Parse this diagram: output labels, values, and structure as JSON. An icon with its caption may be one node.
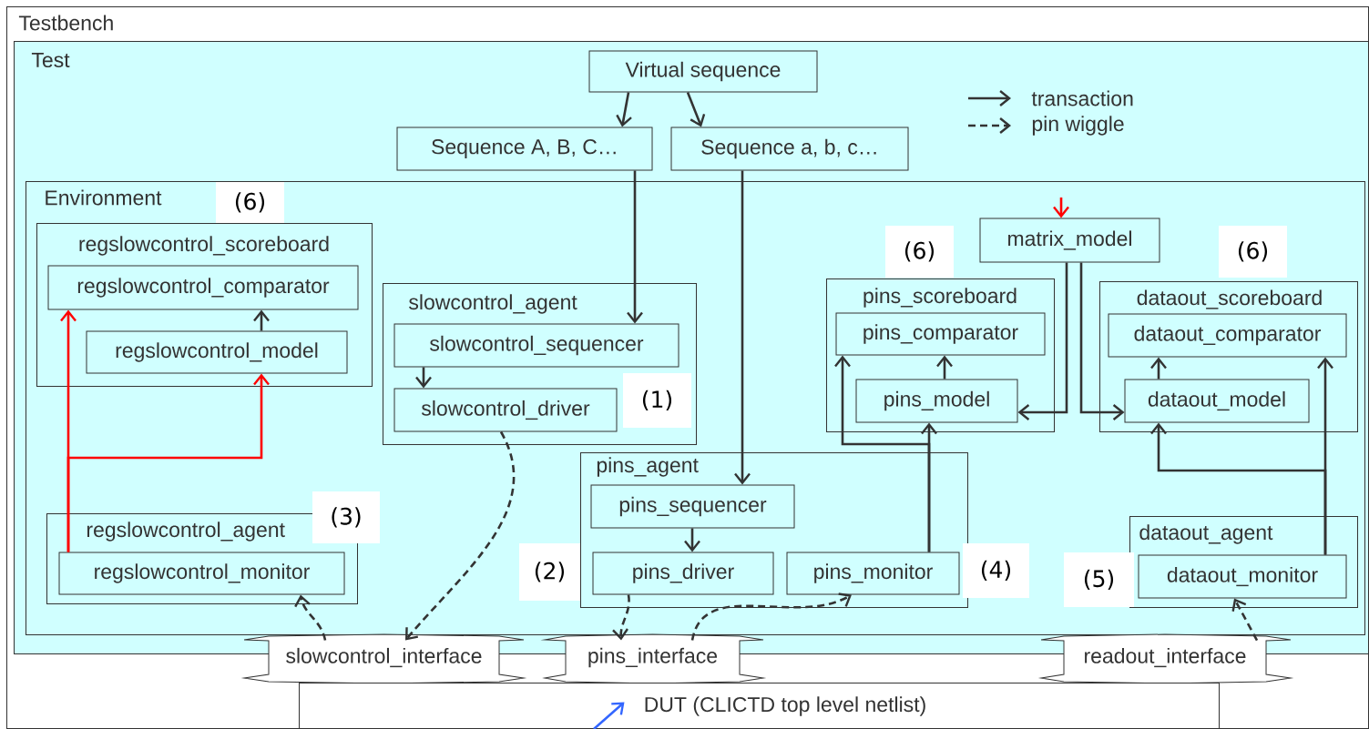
{
  "diagram": {
    "nodes": [
      {
        "text": [
          "Testbench"
        ]
      },
      {
        "text": [
          "Test"
        ],
        "in": 0
      },
      {
        "text": [
          "Virtual sequence"
        ],
        "in": 1
      },
      {
        "text": [
          "Sequence A, B, C…"
        ],
        "in": 1
      },
      {
        "text": [
          "Sequence a, b, c…"
        ],
        "in": 1
      },
      {
        "text": [
          "Environment"
        ],
        "in": 1
      },
      {
        "text": [
          "regslowcontrol_scoreboard"
        ],
        "in": 5,
        "beside": [
          "(6)"
        ]
      },
      {
        "text": [
          "regslowcontrol_comparator"
        ],
        "in": 6
      },
      {
        "text": [
          "regslowcontrol_model"
        ],
        "in": 6
      },
      {
        "text": [
          "slowcontrol_agent"
        ],
        "in": 5
      },
      {
        "text": [
          "slowcontrol_sequencer"
        ],
        "in": 9
      },
      {
        "text": [
          "slowcontrol_driver"
        ],
        "in": 9,
        "beside": [
          "(1)"
        ]
      },
      {
        "text": [
          "matrix_model"
        ],
        "in": 5
      },
      {
        "text": [
          "pins_scoreboard"
        ],
        "in": 5,
        "beside": [
          "(6)"
        ]
      },
      {
        "text": [
          "pins_comparator"
        ],
        "in": 13
      },
      {
        "text": [
          "pins_model"
        ],
        "in": 13
      },
      {
        "text": [
          "dataout_scoreboard"
        ],
        "in": 5,
        "beside": [
          "(6)"
        ]
      },
      {
        "text": [
          "dataout_comparator"
        ],
        "in": 16
      },
      {
        "text": [
          "dataout_model"
        ],
        "in": 16
      },
      {
        "text": [
          "pins_agent"
        ],
        "in": 5
      },
      {
        "text": [
          "pins_sequencer"
        ],
        "in": 19
      },
      {
        "text": [
          "pins_driver"
        ],
        "in": 19,
        "beside": [
          "(2)"
        ]
      },
      {
        "text": [
          "pins_monitor"
        ],
        "in": 19,
        "beside": [
          "(4)"
        ]
      },
      {
        "text": [
          "regslowcontrol_agent"
        ],
        "in": 5,
        "beside": [
          "(3)"
        ]
      },
      {
        "text": [
          "regslowcontrol_monitor"
        ],
        "in": 23
      },
      {
        "text": [
          "dataout_agent"
        ],
        "in": 5
      },
      {
        "text": [
          "dataout_monitor"
        ],
        "in": 25,
        "beside": [
          "(5)"
        ]
      },
      {
        "text": [
          "slowcontrol_interface"
        ],
        "in": 0
      },
      {
        "text": [
          "pins_interface"
        ],
        "in": 0
      },
      {
        "text": [
          "readout_interface"
        ],
        "in": 0
      },
      {
        "text": [
          "DUT (CLICTD top level netlist)"
        ],
        "in": 0
      }
    ],
    "edges": [
      {
        "from": 2,
        "to": 3,
        "arrow": "to"
      },
      {
        "from": 2,
        "to": 4,
        "arrow": "to"
      },
      {
        "from": 3,
        "to": 10,
        "arrow": "to"
      },
      {
        "from": 4,
        "to": 20,
        "arrow": "to"
      },
      {
        "from": 10,
        "to": 11,
        "arrow": "to"
      },
      {
        "from": 8,
        "to": 7,
        "arrow": "to"
      },
      {
        "from": 24,
        "to": 7,
        "arrow": "to",
        "color": "#ff0000"
      },
      {
        "from": 24,
        "to": 8,
        "arrow": "to",
        "color": "#ff0000"
      },
      {
        "from": null,
        "to": 12,
        "arrow": "to",
        "color": "#ff0000"
      },
      {
        "from": 12,
        "to": 15,
        "arrow": "to"
      },
      {
        "from": 12,
        "to": 18,
        "arrow": "to"
      },
      {
        "from": 15,
        "to": 14,
        "arrow": "to"
      },
      {
        "from": 22,
        "to": 14,
        "arrow": "to"
      },
      {
        "from": 22,
        "to": 15,
        "arrow": "to"
      },
      {
        "from": 18,
        "to": 17,
        "arrow": "to"
      },
      {
        "from": 26,
        "to": 18,
        "arrow": "to"
      },
      {
        "from": 26,
        "to": 17,
        "arrow": "to"
      },
      {
        "from": 20,
        "to": 21,
        "arrow": "to"
      },
      {
        "from": 11,
        "to": 27,
        "arrow": "to",
        "style": "dashed"
      },
      {
        "from": 27,
        "to": 24,
        "arrow": "to",
        "style": "dashed"
      },
      {
        "from": 21,
        "to": 28,
        "arrow": "to",
        "style": "dashed"
      },
      {
        "from": 28,
        "to": 22,
        "arrow": "to",
        "style": "dashed"
      },
      {
        "from": 29,
        "to": 26,
        "arrow": "to",
        "style": "dashed"
      },
      {
        "from": null,
        "to": 30,
        "arrow": "to",
        "color": "#3366ff"
      }
    ],
    "legend": [
      {
        "text": "transaction"
      },
      {
        "text": "pin wiggle"
      }
    ]
  }
}
